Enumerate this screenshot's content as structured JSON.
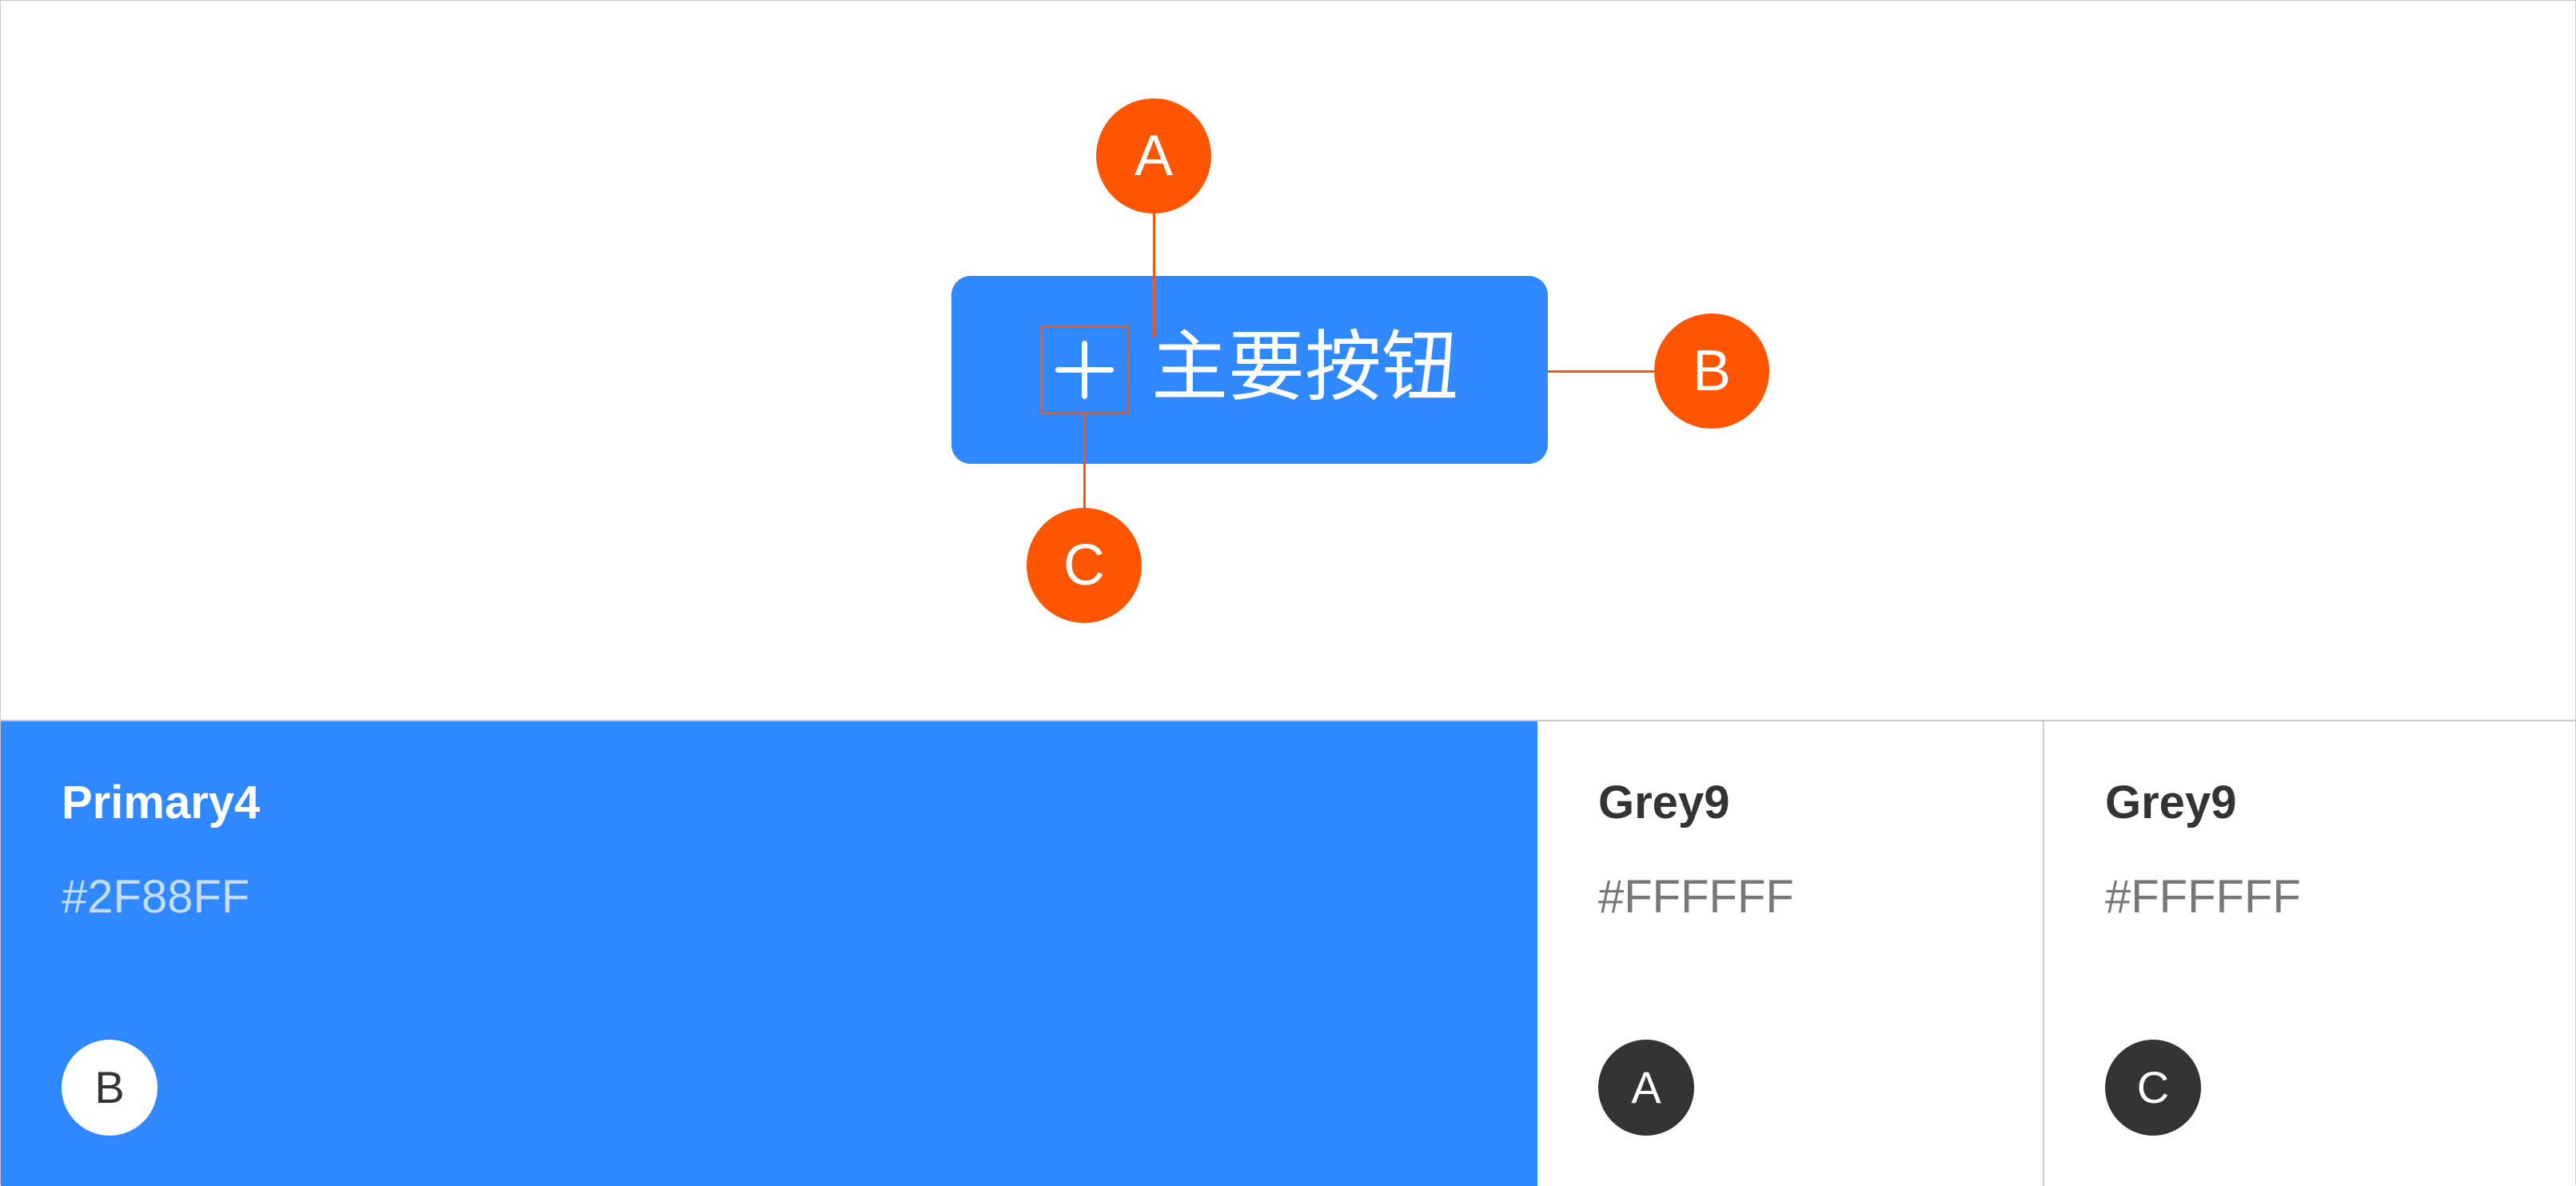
{
  "button": {
    "label": "主要按钮",
    "icon": "plus-icon",
    "color": "#2F88FF"
  },
  "annotations": {
    "a": "A",
    "b": "B",
    "c": "C",
    "color": "#FF5500"
  },
  "swatches": [
    {
      "name": "Primary4",
      "hex": "#2F88FF",
      "marker": "B"
    },
    {
      "name": "Grey9",
      "hex": "#FFFFFF",
      "marker": "A"
    },
    {
      "name": "Grey9",
      "hex": "#FFFFFF",
      "marker": "C"
    }
  ]
}
